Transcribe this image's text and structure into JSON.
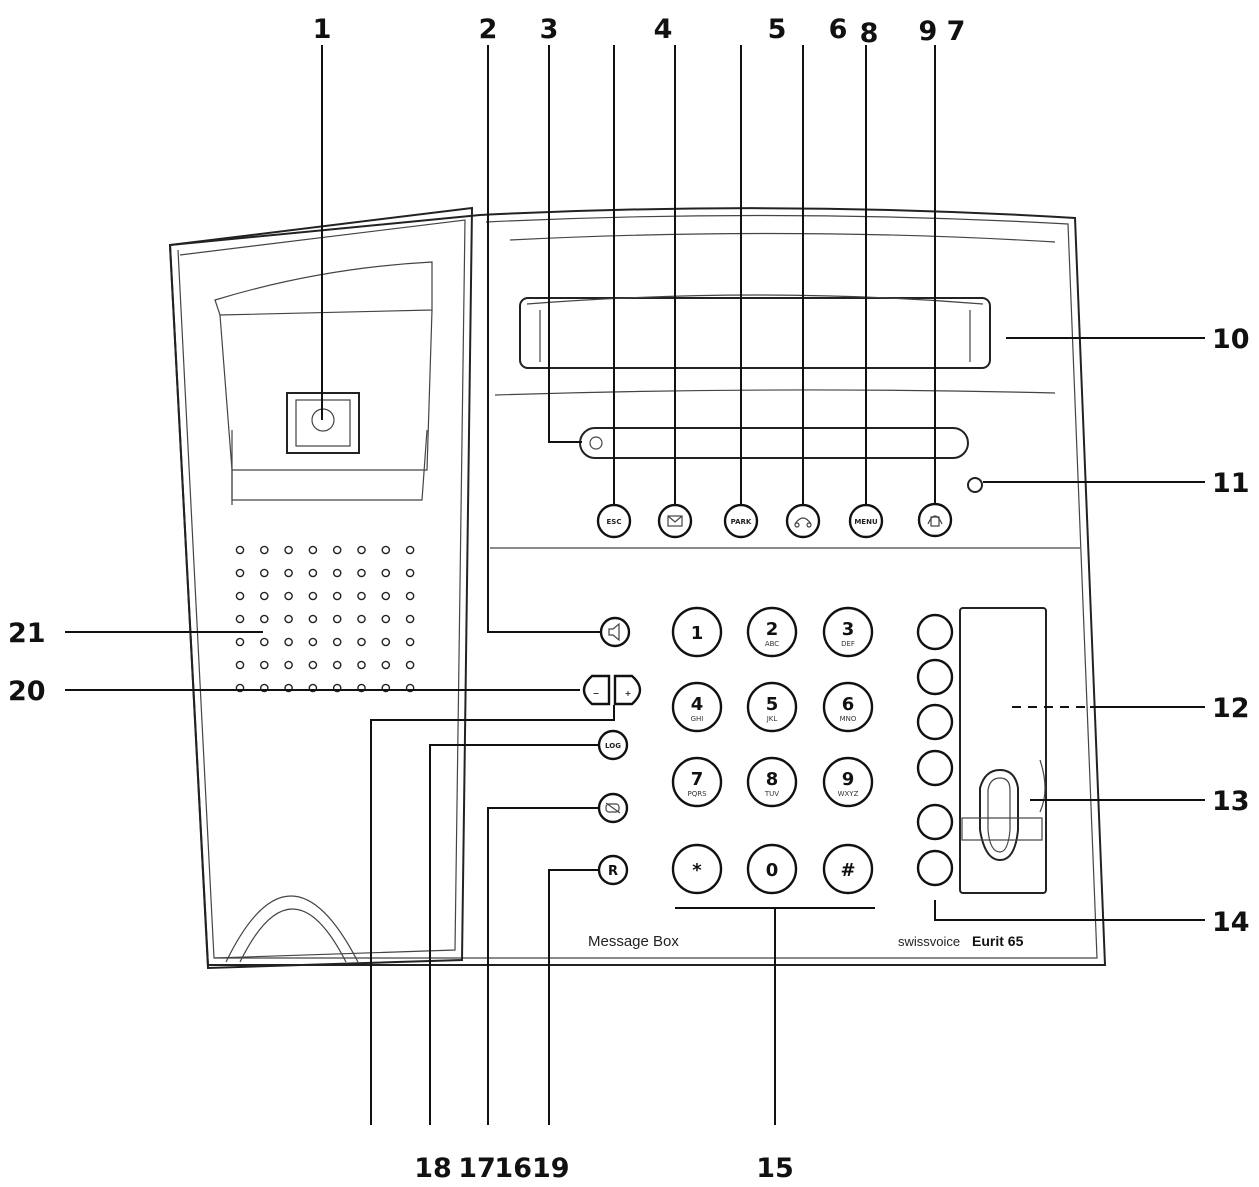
{
  "callouts": {
    "c1": "1",
    "c2": "2",
    "c3": "3",
    "c4": "4",
    "c5": "5",
    "c6": "6",
    "c8": "8",
    "c97": "9 7",
    "c10": "10",
    "c11": "11",
    "c12": "12",
    "c13": "13",
    "c14": "14",
    "c15": "15",
    "c18": "18",
    "c17": "17",
    "c1619": "1619",
    "c20": "20",
    "c21": "21"
  },
  "function_keys": {
    "esc": "ESC",
    "park": "PARK",
    "menu": "MENU"
  },
  "side_keys": {
    "minus": "−",
    "plus": "+",
    "log": "LOG",
    "recall": "R"
  },
  "keypad": [
    {
      "digit": "1",
      "letters": ""
    },
    {
      "digit": "2",
      "letters": "ABC"
    },
    {
      "digit": "3",
      "letters": "DEF"
    },
    {
      "digit": "4",
      "letters": "GHI"
    },
    {
      "digit": "5",
      "letters": "JKL"
    },
    {
      "digit": "6",
      "letters": "MNO"
    },
    {
      "digit": "7",
      "letters": "PQRS"
    },
    {
      "digit": "8",
      "letters": "TUV"
    },
    {
      "digit": "9",
      "letters": "WXYZ"
    },
    {
      "digit": "*",
      "letters": ""
    },
    {
      "digit": "0",
      "letters": ""
    },
    {
      "digit": "#",
      "letters": ""
    }
  ],
  "labels": {
    "message_box": "Message Box",
    "brand_prefix": "swissvoice",
    "brand_model": "Eurit 65"
  }
}
